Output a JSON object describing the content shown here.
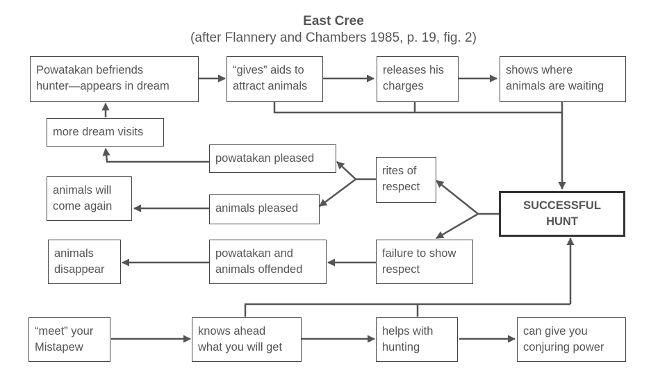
{
  "title": "East Cree",
  "subtitle": "(after Flannery and Chambers 1985, p. 19, fig. 2)",
  "nodes": {
    "powatakan_befriends": "Powatakan befriends\nhunter—appears in dream",
    "gives_aids": "“gives” aids to\nattract animals",
    "releases": "releases his\ncharges",
    "shows_where": "shows where\nanimals are waiting",
    "more_dream": "more dream visits",
    "powatakan_pleased": "powatakan pleased",
    "rites": "rites of\nrespect",
    "animals_come": "animals will\ncome again",
    "animals_pleased": "animals pleased",
    "successful_hunt": "SUCCESSFUL\nHUNT",
    "animals_disappear": "animals\ndisappear",
    "offended": "powatakan and\nanimals offended",
    "failure": "failure to show\nrespect",
    "meet": "“meet” your\nMistapew",
    "knows_ahead": "knows ahead\nwhat you will get",
    "helps": "helps with\nhunting",
    "conjuring": "can give you\nconjuring power"
  },
  "colors": {
    "text": "#555555",
    "line": "#555555",
    "border": "#444444"
  }
}
